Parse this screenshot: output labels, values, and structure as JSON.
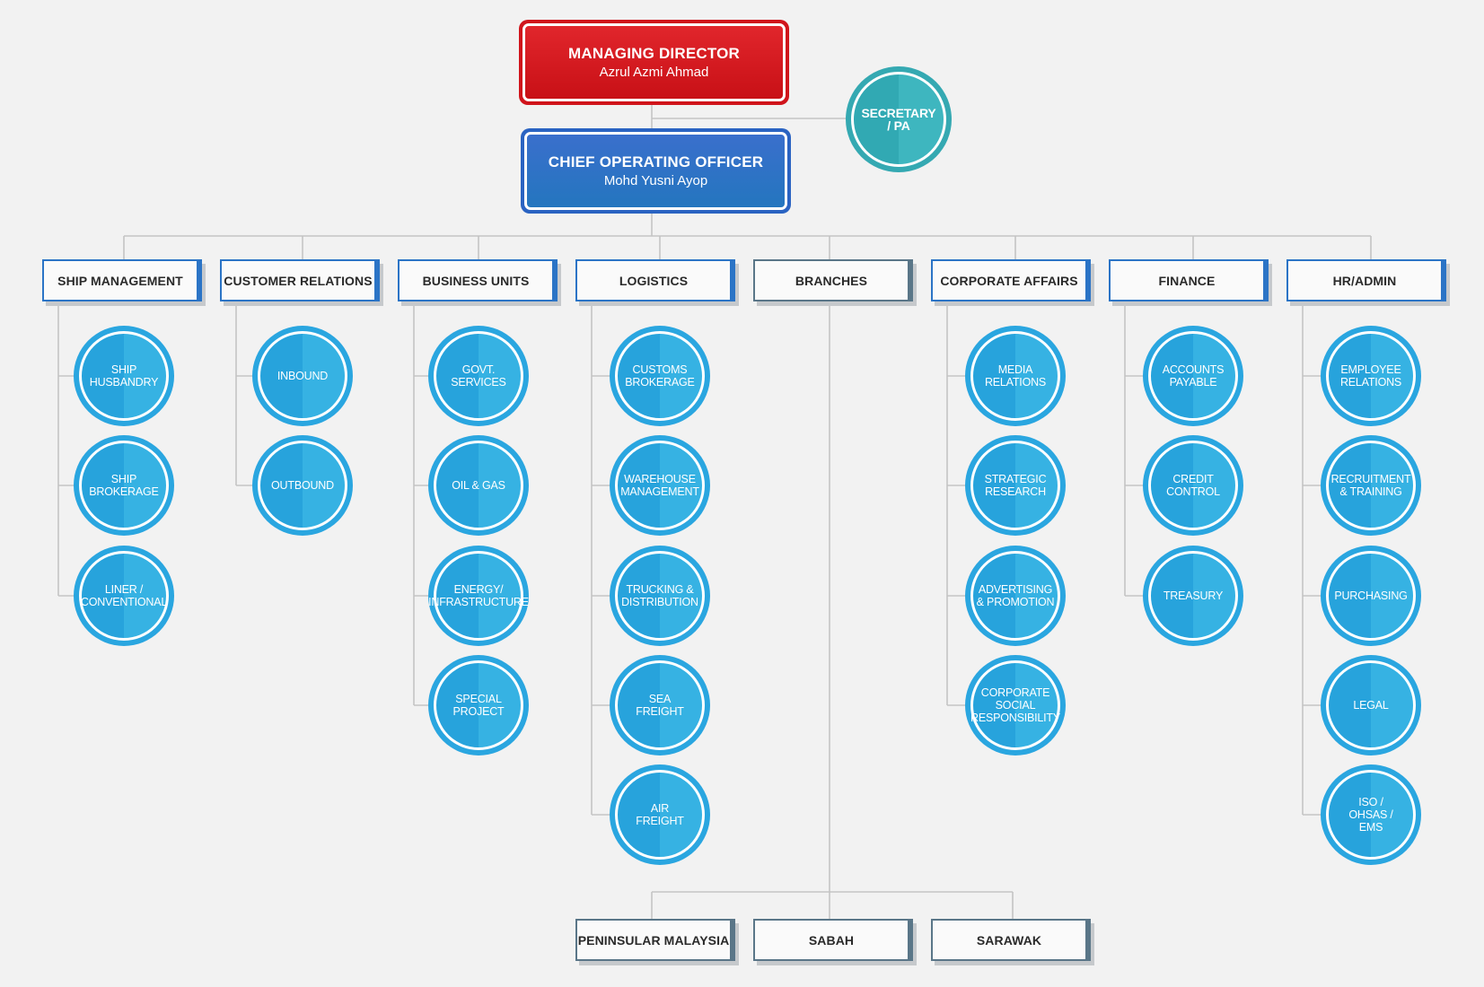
{
  "managing_director": {
    "title": "MANAGING DIRECTOR",
    "name": "Azrul Azmi Ahmad"
  },
  "secretary": {
    "label": "SECRETARY\n/ PA"
  },
  "coo": {
    "title": "CHIEF OPERATING OFFICER",
    "name": "Mohd Yusni Ayop"
  },
  "departments": [
    {
      "label": "SHIP MANAGEMENT",
      "units": [
        "SHIP\nHUSBANDRY",
        "SHIP\nBROKERAGE",
        "LINER /\nCONVENTIONAL"
      ]
    },
    {
      "label": "CUSTOMER RELATIONS",
      "units": [
        "INBOUND",
        "OUTBOUND"
      ]
    },
    {
      "label": "BUSINESS UNITS",
      "units": [
        "GOVT.\nSERVICES",
        "OIL & GAS",
        "ENERGY/\nINFRASTRUCTURE",
        "SPECIAL\nPROJECT"
      ]
    },
    {
      "label": "LOGISTICS",
      "units": [
        "CUSTOMS\nBROKERAGE",
        "WAREHOUSE\nMANAGEMENT",
        "TRUCKING &\nDISTRIBUTION",
        "SEA\nFREIGHT",
        "AIR\nFREIGHT"
      ]
    },
    {
      "label": "BRANCHES",
      "units": []
    },
    {
      "label": "CORPORATE AFFAIRS",
      "units": [
        "MEDIA\nRELATIONS",
        "STRATEGIC\nRESEARCH",
        "ADVERTISING\n& PROMOTION",
        "CORPORATE\nSOCIAL\nRESPONSIBILITY"
      ]
    },
    {
      "label": "FINANCE",
      "units": [
        "ACCOUNTS\nPAYABLE",
        "CREDIT\nCONTROL",
        "TREASURY"
      ]
    },
    {
      "label": "HR/ADMIN",
      "units": [
        "EMPLOYEE\nRELATIONS",
        "RECRUITMENT\n& TRAINING",
        "PURCHASING",
        "LEGAL",
        "ISO /\nOHSAS /\nEMS"
      ]
    }
  ],
  "branches": [
    "PENINSULAR MALAYSIA",
    "SABAH",
    "SARAWAK"
  ],
  "colors": {
    "managing_director": "#d0141b",
    "coo": "#2a63c2",
    "department_border": "#2b74c6",
    "branches_border": "#5a7688",
    "unit_circle": "#2aa6e0",
    "secretary_circle": "#35a9b2",
    "connector": "#c4c4c4"
  }
}
